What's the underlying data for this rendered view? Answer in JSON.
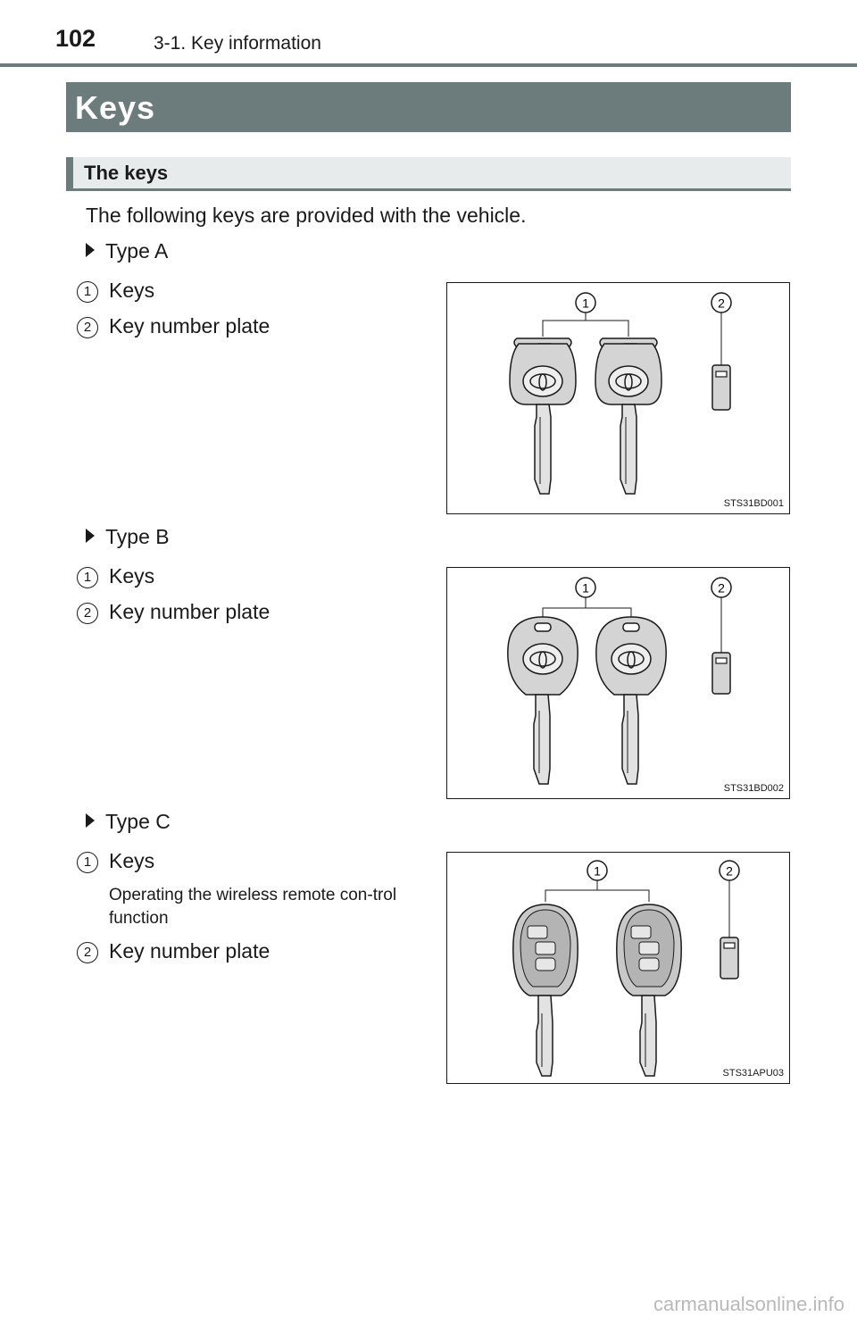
{
  "header": {
    "page_number": "102",
    "section": "3-1. Key information"
  },
  "title": "Keys",
  "subtitle": "The keys",
  "intro": "The following keys are provided with the vehicle.",
  "types": [
    {
      "heading": "Type A",
      "items": [
        {
          "num": "1",
          "label": "Keys"
        },
        {
          "num": "2",
          "label": "Key number plate"
        }
      ],
      "figure": {
        "code": "STS31BD001",
        "callouts": [
          "1",
          "2"
        ]
      }
    },
    {
      "heading": "Type B",
      "items": [
        {
          "num": "1",
          "label": "Keys"
        },
        {
          "num": "2",
          "label": "Key number plate"
        }
      ],
      "figure": {
        "code": "STS31BD002",
        "callouts": [
          "1",
          "2"
        ]
      }
    },
    {
      "heading": "Type C",
      "items": [
        {
          "num": "1",
          "label": "Keys"
        },
        {
          "num": "2",
          "label": "Key number plate"
        }
      ],
      "note": "Operating the wireless remote con-trol function",
      "figure": {
        "code": "STS31APU03",
        "callouts": [
          "1",
          "2"
        ]
      }
    }
  ],
  "watermark": "carmanualsonline.info"
}
